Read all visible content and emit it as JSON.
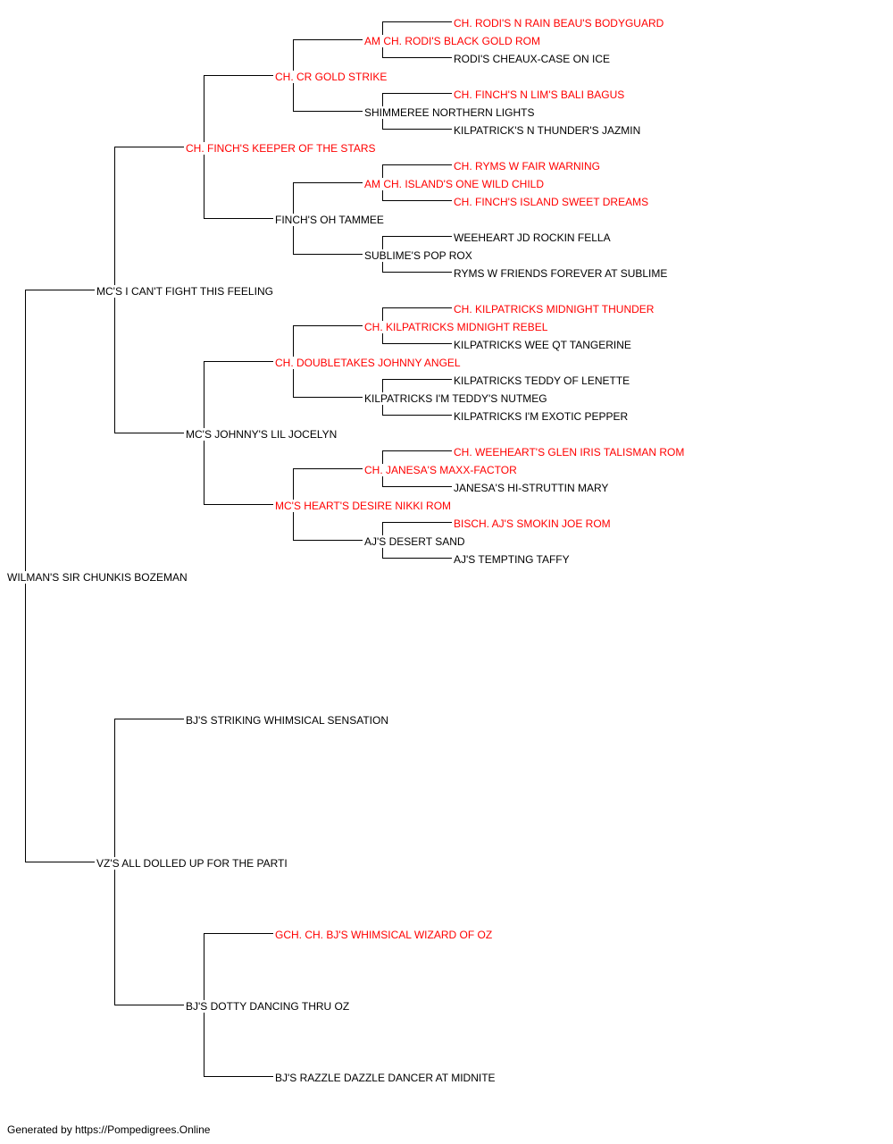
{
  "colors": {
    "champion": "#ff0000",
    "normal": "#000000",
    "line": "#000000"
  },
  "pedigree": {
    "name": "WILMAN'S SIR CHUNKIS BOZEMAN",
    "champion": false,
    "sire": {
      "name": "MC'S I CAN'T FIGHT THIS FEELING",
      "champion": false,
      "sire": {
        "name": "CH. FINCH'S KEEPER OF THE STARS",
        "champion": true,
        "sire": {
          "name": "CH. CR GOLD STRIKE",
          "champion": true,
          "sire": {
            "name": "AM CH. RODI'S BLACK GOLD ROM",
            "champion": true,
            "sire": {
              "name": "CH. RODI'S N RAIN BEAU'S BODYGUARD",
              "champion": true
            },
            "dam": {
              "name": "RODI'S CHEAUX-CASE ON ICE",
              "champion": false
            }
          },
          "dam": {
            "name": "SHIMMEREE NORTHERN LIGHTS",
            "champion": false,
            "sire": {
              "name": "CH. FINCH'S N LIM'S BALI BAGUS",
              "champion": true
            },
            "dam": {
              "name": "KILPATRICK'S N THUNDER'S JAZMIN",
              "champion": false
            }
          }
        },
        "dam": {
          "name": "FINCH'S OH TAMMEE",
          "champion": false,
          "sire": {
            "name": "AM CH. ISLAND'S ONE WILD CHILD",
            "champion": true,
            "sire": {
              "name": "CH. RYMS W FAIR WARNING",
              "champion": true
            },
            "dam": {
              "name": "CH. FINCH'S ISLAND SWEET DREAMS",
              "champion": true
            }
          },
          "dam": {
            "name": "SUBLIME'S POP ROX",
            "champion": false,
            "sire": {
              "name": "WEEHEART JD ROCKIN FELLA",
              "champion": false
            },
            "dam": {
              "name": "RYMS W FRIENDS FOREVER AT SUBLIME",
              "champion": false
            }
          }
        }
      },
      "dam": {
        "name": "MC'S JOHNNY'S LIL JOCELYN",
        "champion": false,
        "sire": {
          "name": "CH. DOUBLETAKES JOHNNY ANGEL",
          "champion": true,
          "sire": {
            "name": "CH. KILPATRICKS MIDNIGHT REBEL",
            "champion": true,
            "sire": {
              "name": "CH. KILPATRICKS MIDNIGHT THUNDER",
              "champion": true
            },
            "dam": {
              "name": "KILPATRICKS WEE QT TANGERINE",
              "champion": false
            }
          },
          "dam": {
            "name": "KILPATRICKS I'M TEDDY'S NUTMEG",
            "champion": false,
            "sire": {
              "name": "KILPATRICKS TEDDY OF LENETTE",
              "champion": false
            },
            "dam": {
              "name": "KILPATRICKS I'M EXOTIC PEPPER",
              "champion": false
            }
          }
        },
        "dam": {
          "name": "MC'S HEART'S DESIRE NIKKI ROM",
          "champion": true,
          "sire": {
            "name": "CH. JANESA'S MAXX-FACTOR",
            "champion": true,
            "sire": {
              "name": "CH. WEEHEART'S GLEN IRIS TALISMAN ROM",
              "champion": true
            },
            "dam": {
              "name": "JANESA'S HI-STRUTTIN MARY",
              "champion": false
            }
          },
          "dam": {
            "name": "AJ'S DESERT SAND",
            "champion": false,
            "sire": {
              "name": "BISCH. AJ'S SMOKIN JOE ROM",
              "champion": true
            },
            "dam": {
              "name": "AJ'S TEMPTING TAFFY",
              "champion": false
            }
          }
        }
      }
    },
    "dam": {
      "name": "VZ'S ALL DOLLED UP FOR THE PARTI",
      "champion": false,
      "sire": {
        "name": "BJ'S STRIKING WHIMSICAL SENSATION",
        "champion": false
      },
      "dam": {
        "name": "BJ'S DOTTY DANCING THRU OZ",
        "champion": false,
        "sire": {
          "name": "GCH. CH. BJ'S WHIMSICAL WIZARD OF OZ",
          "champion": true
        },
        "dam": {
          "name": "BJ'S RAZZLE DAZZLE DANCER AT MIDNITE",
          "champion": false
        }
      }
    }
  },
  "footer": "Generated by https://Pompedigrees.Online"
}
